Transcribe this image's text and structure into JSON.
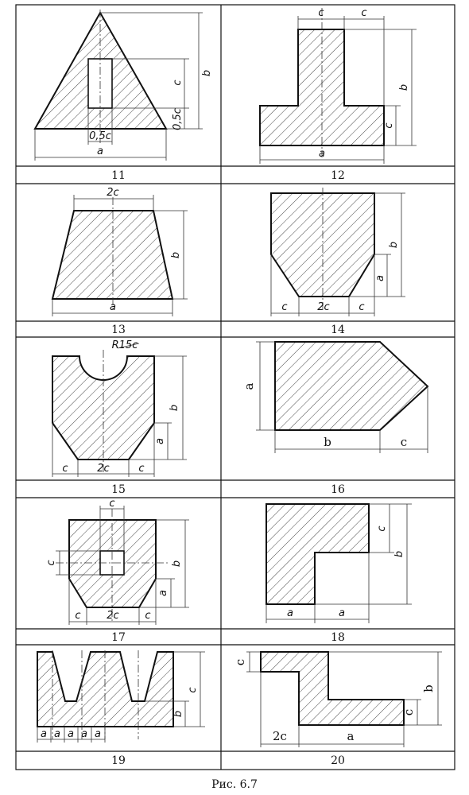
{
  "figure_caption": "Рис. 6.7",
  "cells": [
    {
      "number": "11",
      "dims": [
        "a",
        "b",
        "c",
        "0,5c",
        "0,5c"
      ]
    },
    {
      "number": "12",
      "dims": [
        "c",
        "c",
        "a",
        "b",
        "c"
      ]
    },
    {
      "number": "13",
      "dims": [
        "2c",
        "b",
        "a"
      ]
    },
    {
      "number": "14",
      "dims": [
        "b",
        "a",
        "c",
        "2c",
        "c"
      ]
    },
    {
      "number": "15",
      "dims": [
        "R15c",
        "b",
        "a",
        "c",
        "2c",
        "c"
      ]
    },
    {
      "number": "16",
      "dims": [
        "a",
        "b",
        "c"
      ]
    },
    {
      "number": "17",
      "dims": [
        "c",
        "c",
        "b",
        "a",
        "c",
        "2c",
        "c"
      ]
    },
    {
      "number": "18",
      "dims": [
        "c",
        "b",
        "a",
        "a"
      ]
    },
    {
      "number": "19",
      "dims": [
        "a",
        "a",
        "a",
        "a",
        "a",
        "c",
        "b"
      ]
    },
    {
      "number": "20",
      "dims": [
        "c",
        "b",
        "c",
        "2c",
        "a"
      ]
    }
  ],
  "colors": {
    "line": "#111111",
    "background": "#ffffff"
  }
}
